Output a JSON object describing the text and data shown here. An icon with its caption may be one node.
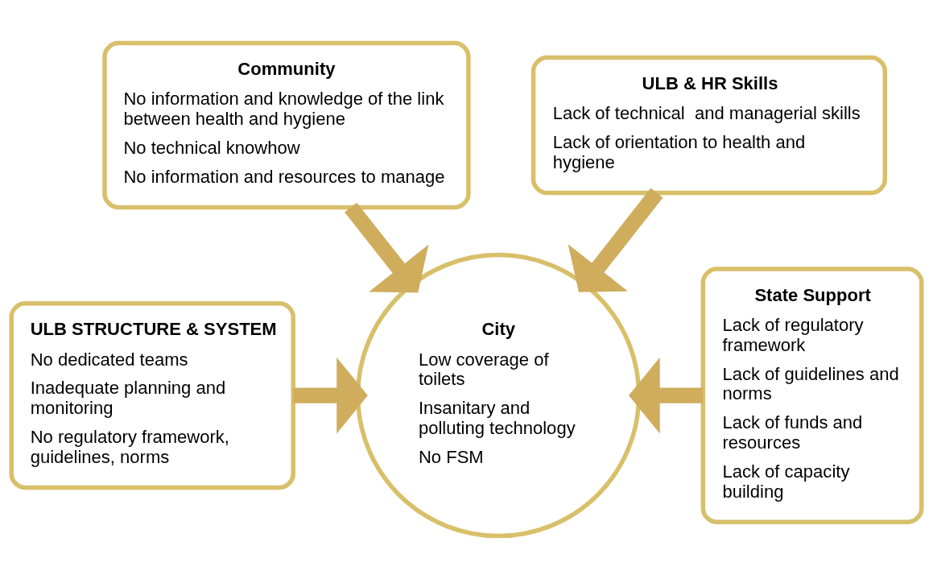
{
  "diagram": {
    "nodes": [
      {
        "text": [
          "Community",
          "No information and knowledge of the link between health and hygiene",
          "No technical knowhow",
          "No information and resources to manage"
        ]
      },
      {
        "text": [
          "ULB & HR Skills",
          "Lack of technical  and managerial skills",
          "Lack of orientation to health and hygiene"
        ]
      },
      {
        "text": [
          "ULB STRUCTURE & SYSTEM",
          "No dedicated teams",
          "Inadequate planning and monitoring",
          "No regulatory framework, guidelines, norms"
        ]
      },
      {
        "text": [
          "City",
          "Low coverage of toilets",
          "Insanitary and polluting technology",
          "No FSM"
        ]
      },
      {
        "text": [
          "State Support",
          "Lack of regulatory framework",
          "Lack of guidelines and norms",
          "Lack of funds and resources",
          "Lack of capacity building"
        ]
      }
    ],
    "edges": [
      {
        "from": 0,
        "to": 3,
        "arrow": "to"
      },
      {
        "from": 1,
        "to": 3,
        "arrow": "to"
      },
      {
        "from": 2,
        "to": 3,
        "arrow": "to"
      },
      {
        "from": 4,
        "to": 3,
        "arrow": "to"
      }
    ]
  }
}
